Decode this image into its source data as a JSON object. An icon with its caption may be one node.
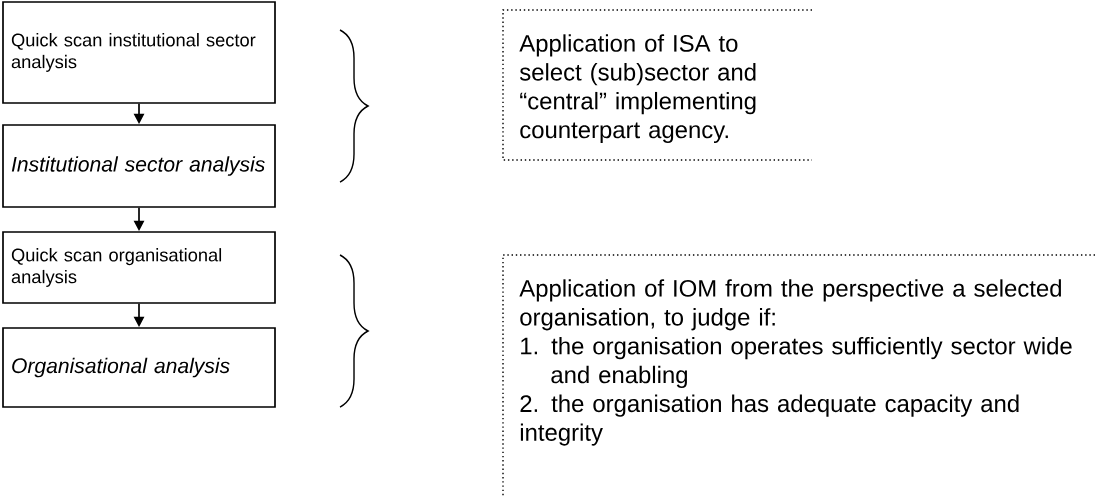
{
  "diagram": {
    "nodes": [
      {
        "text": [
          "Quick scan institutional sector analysis"
        ]
      },
      {
        "text": [
          "Institutional sector analysis"
        ]
      },
      {
        "text": [
          "Application of ISA to select (sub)sector and “central” implementing counterpart agency."
        ]
      },
      {
        "text": [
          "Quick scan organisational analysis"
        ]
      },
      {
        "text": [
          "Organisational analysis"
        ]
      },
      {
        "text": [
          "Application of IOM from the perspective a selected organisation, to judge if:",
          "1. the organisation operates sufficiently sector wide and enabling",
          "2. the organisation has adequate capacity and integrity"
        ]
      }
    ],
    "edges": [
      {
        "from": 0,
        "to": 1,
        "arrow": "to"
      },
      {
        "from": 1,
        "to": 3,
        "arrow": "to"
      },
      {
        "from": 3,
        "to": 4,
        "arrow": "to"
      }
    ]
  }
}
